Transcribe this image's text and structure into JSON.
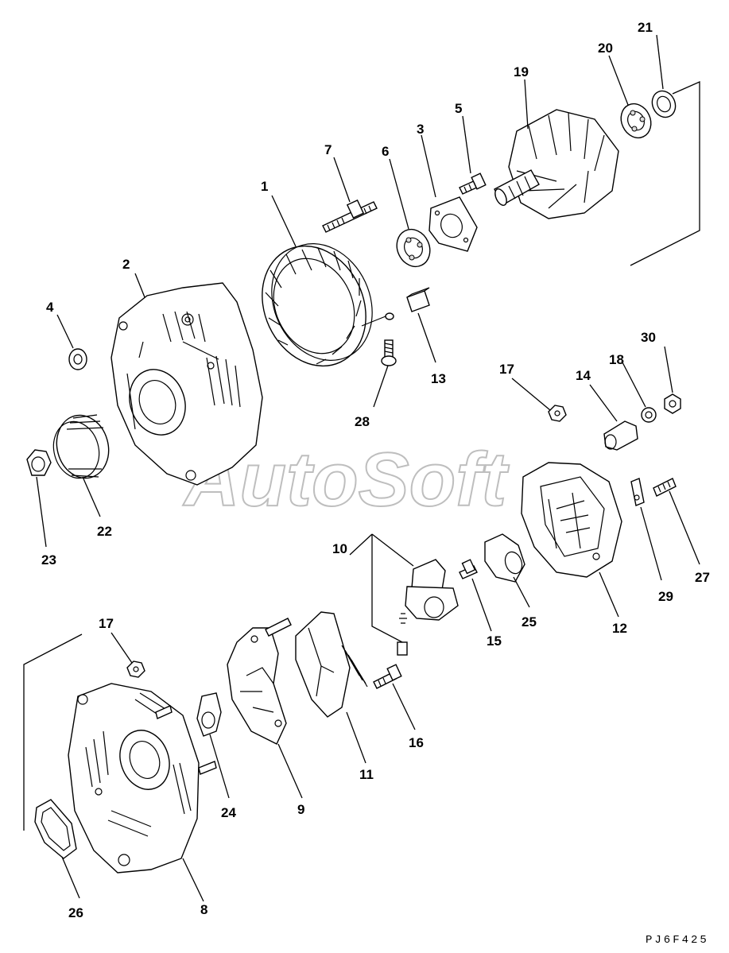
{
  "watermark": "AutoSoft",
  "drawing_code": "PJ6F425",
  "labels": [
    {
      "id": "1",
      "text": "1"
    },
    {
      "id": "2",
      "text": "2"
    },
    {
      "id": "3",
      "text": "3"
    },
    {
      "id": "4",
      "text": "4"
    },
    {
      "id": "5",
      "text": "5"
    },
    {
      "id": "6",
      "text": "6"
    },
    {
      "id": "7",
      "text": "7"
    },
    {
      "id": "8",
      "text": "8"
    },
    {
      "id": "9",
      "text": "9"
    },
    {
      "id": "10",
      "text": "10"
    },
    {
      "id": "11",
      "text": "11"
    },
    {
      "id": "12",
      "text": "12"
    },
    {
      "id": "13",
      "text": "13"
    },
    {
      "id": "14",
      "text": "14"
    },
    {
      "id": "15",
      "text": "15"
    },
    {
      "id": "16",
      "text": "16"
    },
    {
      "id": "17a",
      "text": "17"
    },
    {
      "id": "17b",
      "text": "17"
    },
    {
      "id": "18",
      "text": "18"
    },
    {
      "id": "19",
      "text": "19"
    },
    {
      "id": "20",
      "text": "20"
    },
    {
      "id": "21",
      "text": "21"
    },
    {
      "id": "22",
      "text": "22"
    },
    {
      "id": "23",
      "text": "23"
    },
    {
      "id": "24",
      "text": "24"
    },
    {
      "id": "25",
      "text": "25"
    },
    {
      "id": "26",
      "text": "26"
    },
    {
      "id": "27",
      "text": "27"
    },
    {
      "id": "28",
      "text": "28"
    },
    {
      "id": "29",
      "text": "29"
    },
    {
      "id": "30",
      "text": "30"
    }
  ]
}
